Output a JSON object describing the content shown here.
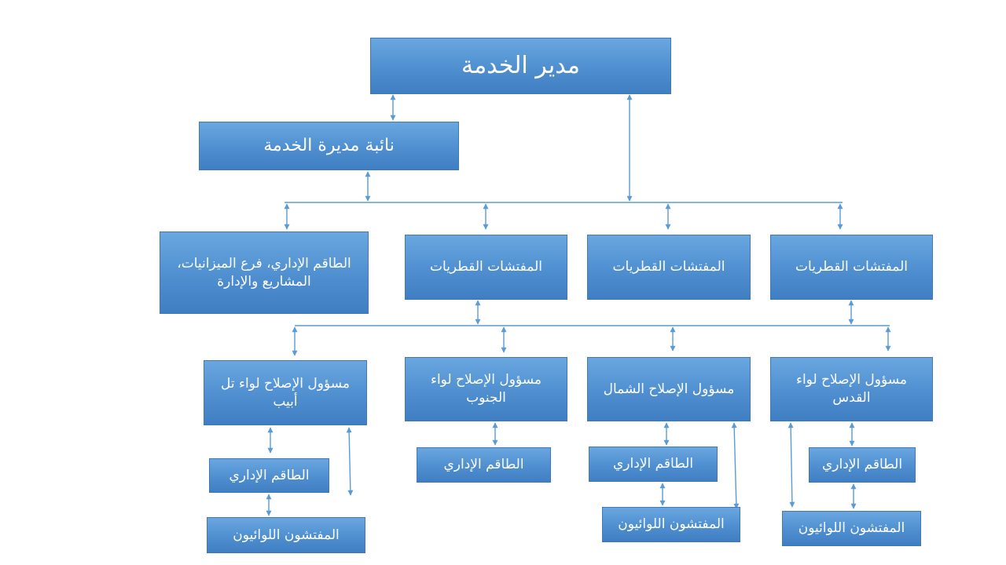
{
  "nodes": {
    "director": "مدير الخدمة",
    "deputy": "نائبة مديرة الخدمة",
    "admin_staff_budgets": "الطاقم الإداري، فرع الميزانيات، المشاريع والإدارة",
    "district_inspectorates_1": "المفتشات القطريات",
    "district_inspectorates_2": "المفتشات القطريات",
    "district_inspectorates_3": "المفتشات القطريات",
    "reform_tel_aviv": "مسؤول الإصلاح لواء تل أبيب",
    "reform_south": "مسؤول الإصلاح لواء الجنوب",
    "reform_north": "مسؤول الإصلاح الشمال",
    "reform_jerusalem": "مسؤول الإصلاح لواء القدس",
    "admin_staff_tel_aviv": "الطاقم الإداري",
    "admin_staff_south": "الطاقم الإداري",
    "admin_staff_north": "الطاقم الإداري",
    "admin_staff_jerusalem": "الطاقم الإداري",
    "district_inspectors_tel_aviv": "المفتشون اللوائيون",
    "district_inspectors_north": "المفتشون اللوائيون",
    "district_inspectors_jerusalem": "المفتشون اللوائيون"
  },
  "colors": {
    "box_fill": "#4f8fd0",
    "box_text": "#ffffff",
    "connector": "#5b9bd5"
  }
}
